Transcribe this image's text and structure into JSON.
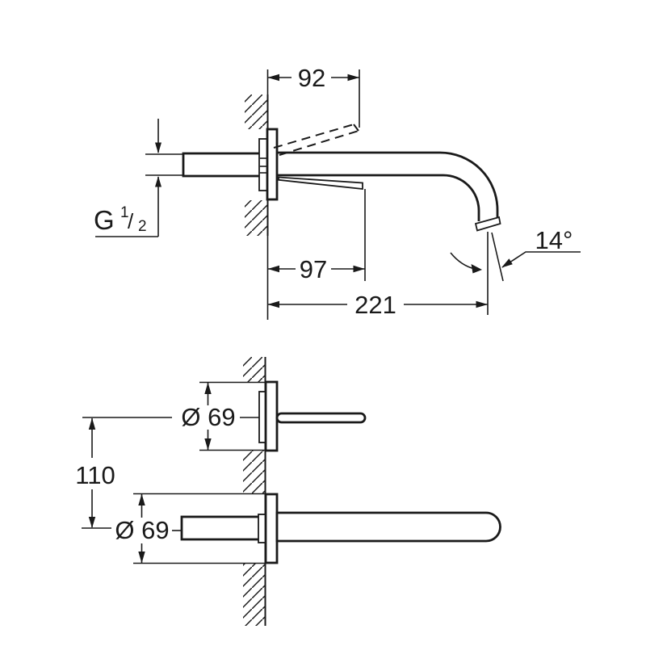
{
  "colors": {
    "line": "#1a1a1a",
    "background": "#ffffff"
  },
  "side_view": {
    "dim_92": "92",
    "thread_g": "G",
    "thread_num": "1",
    "thread_slash": "/",
    "thread_den": "2",
    "dim_97": "97",
    "dim_221": "221",
    "angle_14": "14°"
  },
  "bottom_view": {
    "dim_diameter_top": "Ø 69",
    "dim_110": "110",
    "dim_diameter_bottom": "Ø 69"
  }
}
